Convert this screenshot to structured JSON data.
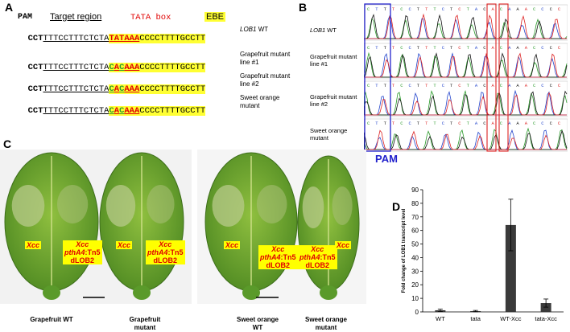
{
  "panelA": {
    "label": "A",
    "header_pam": "PAM",
    "header_target": "Target region",
    "header_tata": "TATA box",
    "header_ebe": "EBE",
    "rows": [
      {
        "pam": "CCT",
        "target": "TTTCCTTTCTCTA",
        "mid": "TATAAA",
        "midcolor": "red",
        "tail": "CCCCTTTTGCCTT",
        "label": "LOB1 WT"
      },
      {
        "pam": "CCT",
        "target": "TTTCCTTTCTCTA",
        "mid1": "C",
        "mid2": "A",
        "mid3": "C",
        "mid4": "AAA",
        "tail": "CCCCTTTTGCCTT",
        "label": "Grapefruit mutant line #1"
      },
      {
        "pam": "CCT",
        "target": "TTTCCTTTCTCTA",
        "mid1": "C",
        "mid2": "A",
        "mid3": "C",
        "mid4": "AAA",
        "tail": "CCCCTTTTGCCTT",
        "label": "Grapefruit mutant line #2"
      },
      {
        "pam": "CCT",
        "target": "TTTCCTTTCTCTA",
        "mid1": "C",
        "mid2": "A",
        "mid3": "C",
        "mid4": "AAA",
        "tail": "CCCCTTTTGCCTT",
        "label": "Sweet orange mutant"
      }
    ]
  },
  "panelB": {
    "label": "B",
    "trace_labels": [
      "LOB1 WT",
      "Grapefruit mutant line #1",
      "Grapefruit mutant line #2",
      "Sweet orange mutant"
    ],
    "pam_label": "PAM"
  },
  "panelC": {
    "label": "C",
    "xcc": "Xcc",
    "strain_line1": "Xcc",
    "strain_line2a": "pthA4",
    "strain_line2b": ":Tn5",
    "strain_line3": "dLOB2",
    "captions": [
      "Grapefruit WT",
      "Grapefruit mutant",
      "Sweet orange WT",
      "Sweet orange mutant"
    ]
  },
  "panelD": {
    "label": "D",
    "chart_data": {
      "type": "bar",
      "categories": [
        "WT",
        "tata",
        "WT-Xcc",
        "tata-Xcc"
      ],
      "values": [
        1.2,
        0.6,
        64,
        6.5
      ],
      "errors": [
        0.8,
        0.5,
        19,
        3
      ],
      "ylabel": "Fold change of LOB1 transcript level",
      "ylim": [
        0,
        90
      ],
      "yticks": [
        0,
        10,
        20,
        30,
        40,
        50,
        60,
        70,
        80,
        90
      ],
      "bar_color": "#3a3a3a"
    }
  }
}
